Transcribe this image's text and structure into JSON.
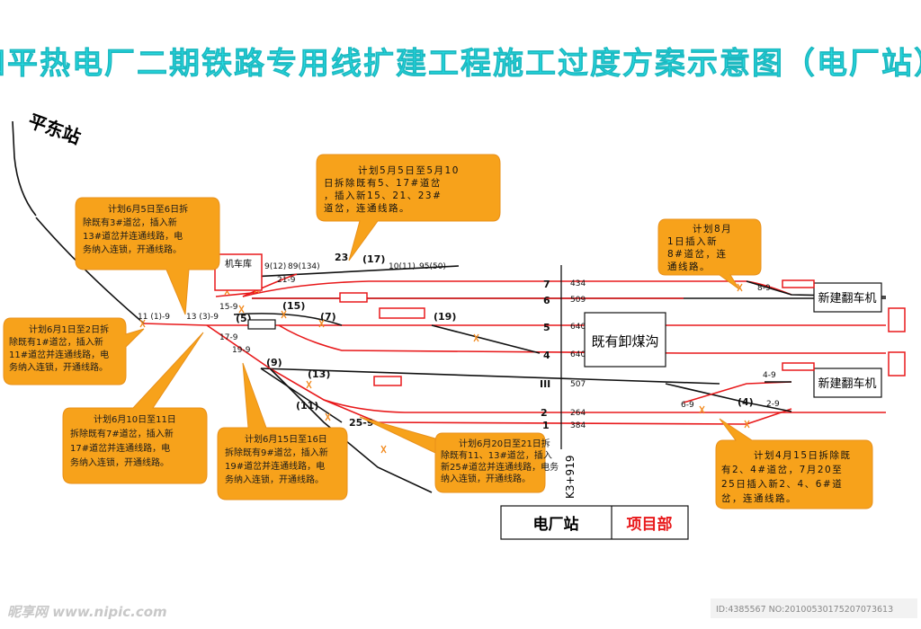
{
  "title": "四平热电厂二期铁路专用线扩建工程施工过度方案示意图（电厂站）",
  "station_left": "平东站",
  "callouts": {
    "c_may5": [
      "计划5月5日至5月10",
      "日拆除既有5、17#道岔",
      "，插入新15、21、23#",
      "道岔，连通线路。"
    ],
    "c_jun5": [
      "计划6月5日至6日拆",
      "除既有3#道岔，插入新",
      "13#道岔并连通线路，电",
      "务纳入连锁，开通线路。"
    ],
    "c_aug8": [
      "计划8月",
      "1日插入新",
      "8#道岔，连",
      "通线路。"
    ],
    "c_jun1": [
      "计划6月1日至2日拆",
      "除既有1#道岔，插入新",
      "11#道岔并连通线路，电",
      "务纳入连锁，开通线路。"
    ],
    "c_jun10": [
      "计划6月10日至11日",
      "拆除既有7#道岔，插入新",
      "17#道岔并连通线路，电",
      "务纳入连锁，开通线路。"
    ],
    "c_jun15": [
      "计划6月15日至16日",
      "拆除既有9#道岔，插入新",
      "19#道岔并连通线路，电",
      "务纳入连锁，开通线路。"
    ],
    "c_jun20": [
      "计划6月20日至21日拆",
      "除既有11、13#道岔，插入",
      "新25#道岔并连通线路，电务",
      "纳入连锁，开通线路。"
    ],
    "c_apr15": [
      "计划4月15日拆除既",
      "有2、4#道岔，7月20至",
      "25日插入新2、4、6#道",
      "岔，连通线路。"
    ]
  },
  "track_labels": {
    "t7": "7",
    "t6": "6",
    "t5": "5",
    "t4": "4",
    "t3": "III",
    "t2": "2",
    "t1": "1",
    "n434": "434",
    "n509": "509",
    "n640a": "640",
    "n640b": "640",
    "n507": "507",
    "n264": "264",
    "n384": "384"
  },
  "switch_labels": {
    "s11_9": "11 (1)-9",
    "s13_9": "13 (3)-9",
    "s15_9": "15-9",
    "s17_9": "17-9",
    "s19_9": "19-9",
    "s21_9": "21-9",
    "s23": "23",
    "s17": "(17)",
    "s9_12": "9(12)",
    "s89_134": "89(134)",
    "s10_11": "10(11)",
    "s95_50": "95(50)",
    "s5": "(5)",
    "s15": "(15)",
    "s7": "(7)",
    "s19": "(19)",
    "s9": "(9)",
    "s13": "(13)",
    "s11": "(11)",
    "s25_9": "25-9",
    "s8_9": "8-9",
    "s4_9": "4-9",
    "s6_9": "6-9",
    "s4": "(4)",
    "s2_9": "2-9"
  },
  "boxes": {
    "depot": "机车库",
    "coal_pit": "既有卸煤沟",
    "tipper1": "新建翻车机",
    "tipper2": "新建翻车机",
    "station": "电厂站",
    "project_dept": "项目部",
    "km": "K3+919"
  },
  "watermark": "昵享网 www.nipic.com",
  "image_id": "ID:4385567 NO:20100530175207073613",
  "colors": {
    "title": "#27e0e6",
    "callout": "#f7a21b",
    "red_track": "#e8191b",
    "black_track": "#111111",
    "project_red": "#e8191b"
  }
}
